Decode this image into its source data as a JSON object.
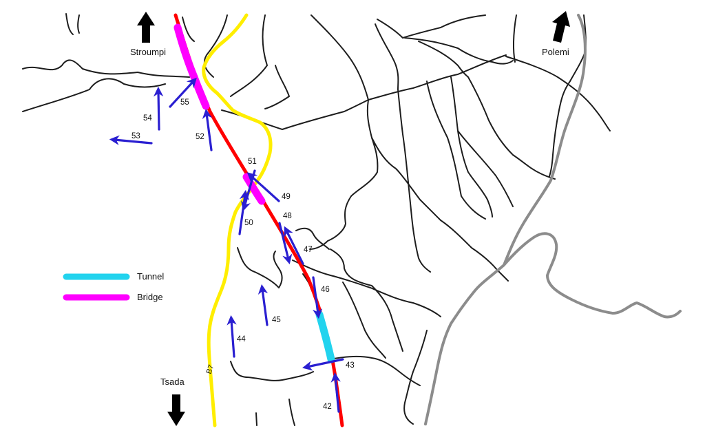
{
  "directions": {
    "stroumpi": "Stroumpi",
    "polemi": "Polemi",
    "tsada": "Tsada"
  },
  "road_label": "B7",
  "legend": {
    "tunnel": {
      "label": "Tunnel",
      "color": "#22d3ee"
    },
    "bridge": {
      "label": "Bridge",
      "color": "#ff00ff"
    }
  },
  "colors": {
    "main_route": "#ff0000",
    "b7_road": "#ffee00",
    "grey_road": "#8c8c8c",
    "local_roads": "#1d1d1d",
    "viewpoint_arrows": "#2a1fd1",
    "direction_arrows": "#000000"
  },
  "viewpoints": [
    "42",
    "43",
    "44",
    "45",
    "46",
    "47",
    "48",
    "49",
    "50",
    "51",
    "52",
    "53",
    "54",
    "55"
  ]
}
